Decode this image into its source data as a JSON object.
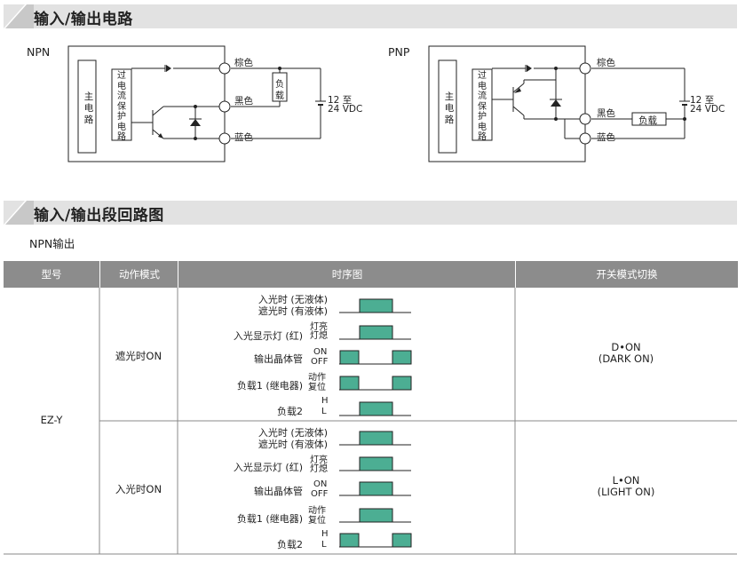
{
  "sections": {
    "circuit_title": "输入/输出电路",
    "timing_title": "输入/输出段回路图"
  },
  "npn": {
    "label": "NPN",
    "main_circuit": "主电路",
    "protection": "过电流保护电路",
    "brown": "棕色",
    "black": "黑色",
    "blue": "蓝色",
    "load": "负载",
    "supply_line1": "12 至",
    "supply_line2": "24 VDC"
  },
  "pnp": {
    "label": "PNP",
    "main_circuit": "主电路",
    "protection": "过电流保护电路",
    "brown": "棕色",
    "black": "黑色",
    "blue": "蓝色",
    "load": "负载",
    "supply_line1": "12 至",
    "supply_line2": "24 VDC"
  },
  "output_type": "NPN输出",
  "table": {
    "headers": [
      "型号",
      "动作模式",
      "时序图",
      "开关模式切换"
    ],
    "model": "EZ-Y",
    "modes": [
      {
        "name": "遮光时ON",
        "switch_line1": "D•ON",
        "switch_line2": "(DARK ON)",
        "rows": [
          {
            "label": "入光时 (无液体)\n遮光时 (有液体)",
            "state_top": "",
            "state_bottom": ""
          },
          {
            "label": "入光显示灯 (红)",
            "state_top": "灯亮",
            "state_bottom": "灯熄"
          },
          {
            "label": "输出晶体管",
            "state_top": "ON",
            "state_bottom": "OFF"
          },
          {
            "label": "负载1 (继电器)",
            "state_top": "动作",
            "state_bottom": "复位"
          },
          {
            "label": "负载2",
            "state_top": "H",
            "state_bottom": "L"
          }
        ]
      },
      {
        "name": "入光时ON",
        "switch_line1": "L•ON",
        "switch_line2": "(LIGHT ON)",
        "rows": [
          {
            "label": "入光时 (无液体)\n遮光时 (有液体)",
            "state_top": "",
            "state_bottom": ""
          },
          {
            "label": "入光显示灯 (红)",
            "state_top": "灯亮",
            "state_bottom": "灯熄"
          },
          {
            "label": "输出晶体管",
            "state_top": "ON",
            "state_bottom": "OFF"
          },
          {
            "label": "负载1 (继电器)",
            "state_top": "动作",
            "state_bottom": "复位"
          },
          {
            "label": "负载2",
            "state_top": "H",
            "state_bottom": "L"
          }
        ]
      }
    ]
  },
  "colors": {
    "pulse_fill": "#4cae93",
    "header_bg": "#8c8c8c",
    "section_bg": "#e2e2e2"
  }
}
